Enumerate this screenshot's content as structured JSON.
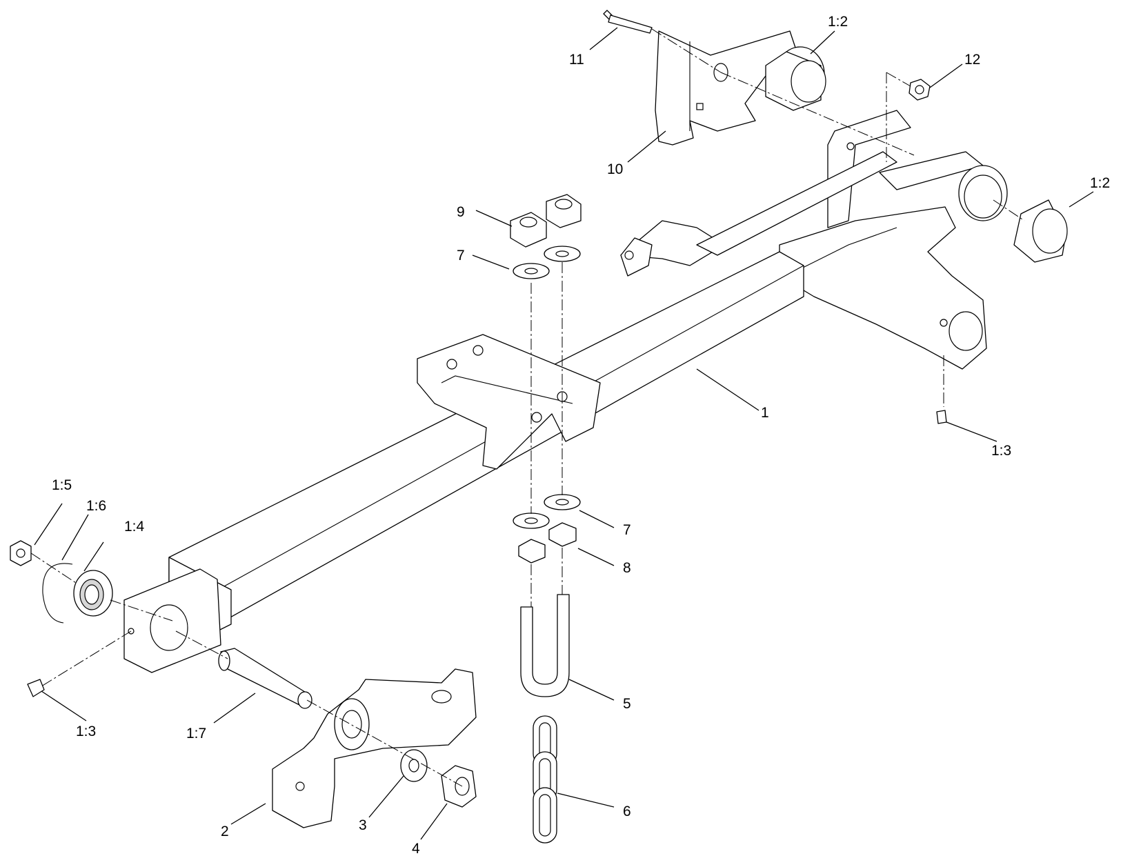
{
  "callouts": [
    {
      "id": "c1",
      "label": "1"
    },
    {
      "id": "c2",
      "label": "2"
    },
    {
      "id": "c3",
      "label": "3"
    },
    {
      "id": "c4",
      "label": "4"
    },
    {
      "id": "c5",
      "label": "5"
    },
    {
      "id": "c6",
      "label": "6"
    },
    {
      "id": "c7a",
      "label": "7"
    },
    {
      "id": "c7b",
      "label": "7"
    },
    {
      "id": "c8",
      "label": "8"
    },
    {
      "id": "c9",
      "label": "9"
    },
    {
      "id": "c10",
      "label": "10"
    },
    {
      "id": "c11",
      "label": "11"
    },
    {
      "id": "c12",
      "label": "12"
    },
    {
      "id": "c12a",
      "label": "1:2"
    },
    {
      "id": "c12b",
      "label": "1:2"
    },
    {
      "id": "c13a",
      "label": "1:3"
    },
    {
      "id": "c13b",
      "label": "1:3"
    },
    {
      "id": "c14",
      "label": "1:4"
    },
    {
      "id": "c15",
      "label": "1:5"
    },
    {
      "id": "c16",
      "label": "1:6"
    },
    {
      "id": "c17",
      "label": "1:7"
    }
  ]
}
